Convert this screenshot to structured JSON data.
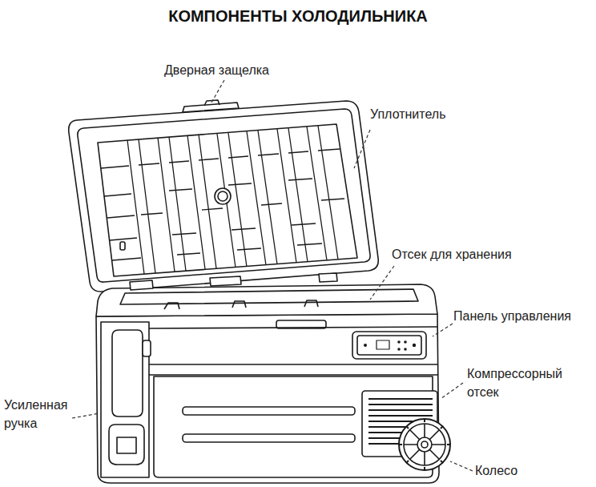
{
  "diagram": {
    "title": "КОМПОНЕНТЫ ХОЛОДИЛЬНИКА",
    "labels": [
      "Дверная защелка",
      "Уплотнитель",
      "Отсек для хранения",
      "Панель управления",
      "Компрессорный отсек",
      "Усиленная ручка",
      "Колесо"
    ]
  }
}
